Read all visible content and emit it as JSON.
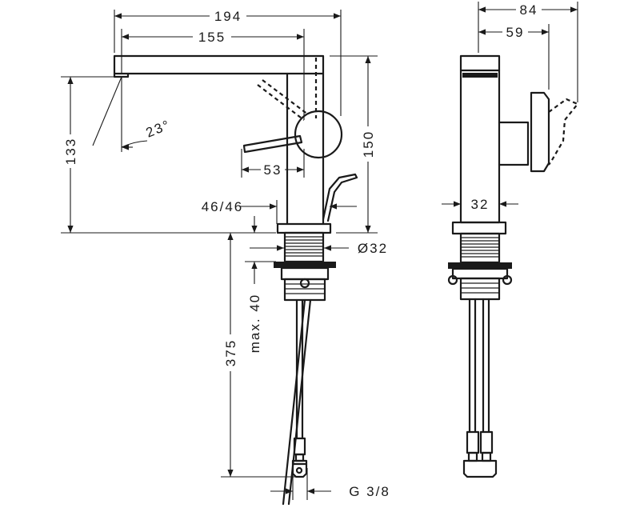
{
  "drawing": {
    "dimensions": {
      "total_projection": "194",
      "spout_reach": "155",
      "spout_height": "133",
      "spout_angle": "23°",
      "total_height": "150",
      "handle_offset": "53",
      "handle_clearance": "46/46",
      "mount_diameter": "Ø32",
      "shank_length": "375",
      "max_thickness": "max. 40",
      "connection_thread": "G 3/8",
      "side_depth": "84",
      "side_offset": "59",
      "body_diameter": "32"
    }
  }
}
